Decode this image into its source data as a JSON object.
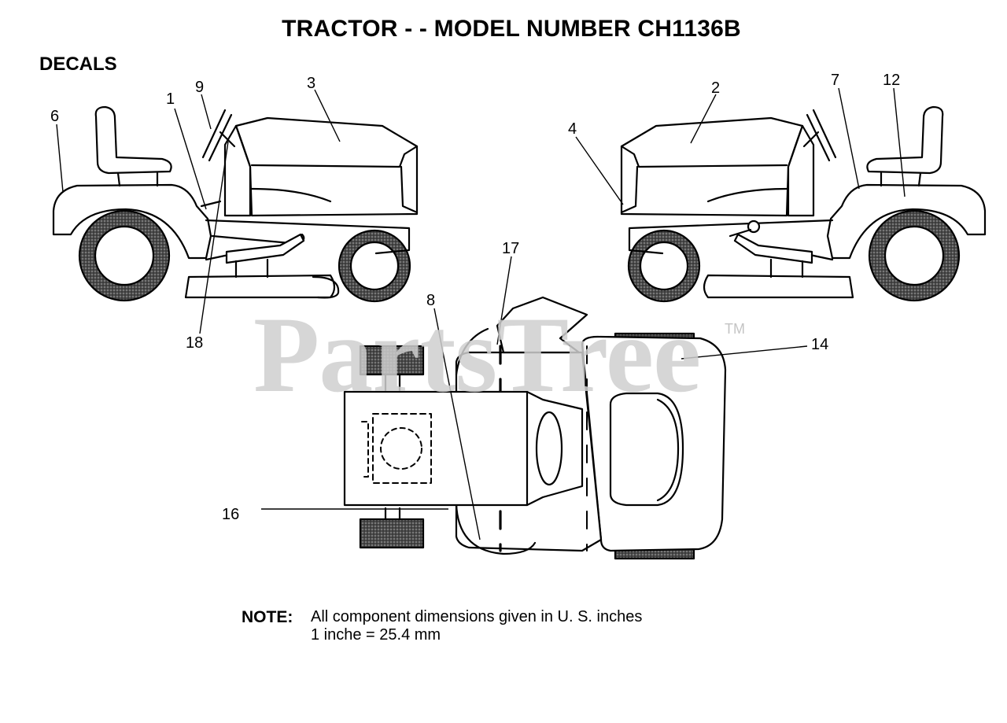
{
  "title": "TRACTOR  - - MODEL NUMBER CH1136B",
  "section": "DECALS",
  "callouts": [
    "1",
    "2",
    "3",
    "4",
    "6",
    "7",
    "8",
    "9",
    "12",
    "14",
    "16",
    "17",
    "18"
  ],
  "watermark": "PartsTree",
  "trademark": "TM",
  "note": {
    "label": "NOTE:",
    "line1": "All component dimensions given in U. S. inches",
    "line2": "1 inche = 25.4 mm"
  },
  "colors": {
    "line": "#000000",
    "tire": "#3a3a3a",
    "watermark": "#cfcfcf"
  }
}
